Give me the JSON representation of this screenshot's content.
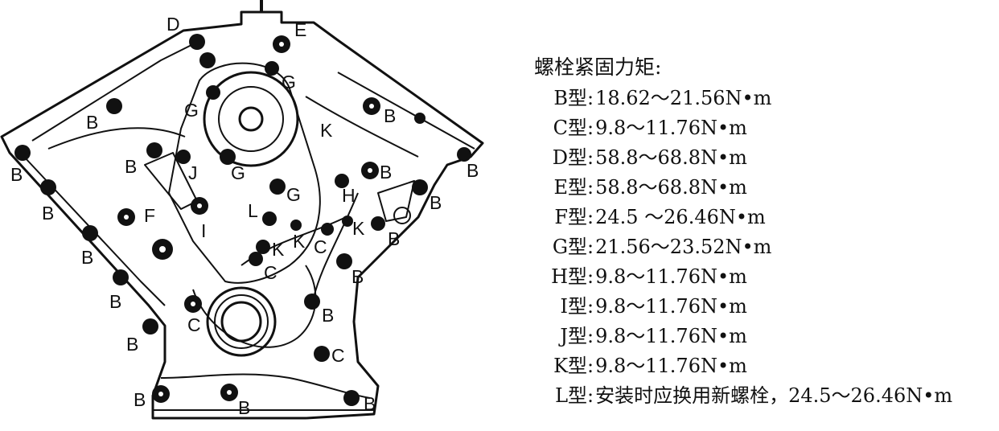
{
  "labels": [
    "D",
    "E",
    "G",
    "G",
    "B",
    "B",
    "K",
    "B",
    "B",
    "B",
    "J",
    "G",
    "G",
    "H",
    "B",
    "B",
    "F",
    "I",
    "L",
    "K",
    "K",
    "C",
    "K",
    "B",
    "B",
    "C",
    "B",
    "B",
    "C",
    "B",
    "B",
    "B",
    "C",
    "B"
  ],
  "spec": {
    "title": "螺栓紧固力矩:",
    "rows": [
      {
        "code": "B型",
        "value": "18.62～21.56N•m"
      },
      {
        "code": "C型",
        "value": "9.8～11.76N•m"
      },
      {
        "code": "D型",
        "value": "58.8～68.8N•m"
      },
      {
        "code": "E型",
        "value": "58.8～68.8N•m"
      },
      {
        "code": "F型",
        "value": "24.5 ～26.46N•m"
      },
      {
        "code": "G型",
        "value": "21.56～23.52N•m"
      },
      {
        "code": "H型",
        "value": "9.8～11.76N•m"
      },
      {
        "code": "I型",
        "value": "9.8～11.76N•m"
      },
      {
        "code": "J型",
        "value": "9.8～11.76N•m"
      },
      {
        "code": "K型",
        "value": "9.8～11.76N•m"
      },
      {
        "code": "L型",
        "value": "安装时应换用新螺栓，24.5～26.46N•m"
      }
    ]
  }
}
